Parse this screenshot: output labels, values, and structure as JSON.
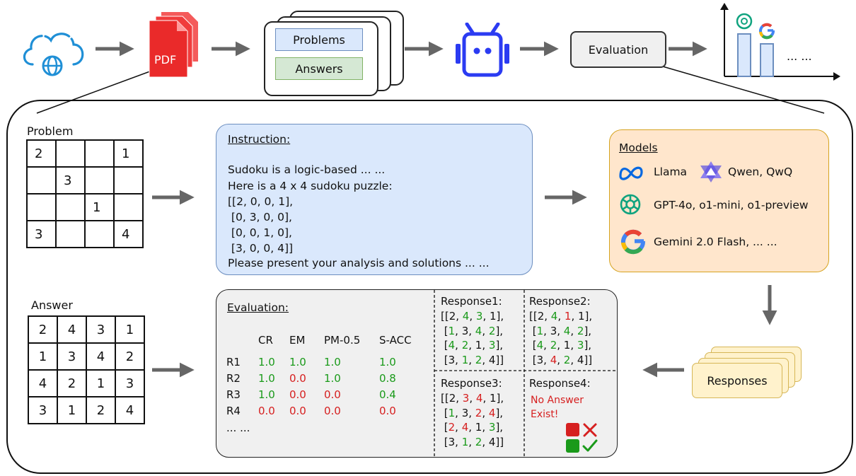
{
  "pipeline": {
    "pdf_label": "PDF",
    "problems_label": "Problems",
    "answers_label": "Answers",
    "evaluation_label": "Evaluation",
    "chart_ellipsis": "... ..."
  },
  "problem": {
    "label": "Problem",
    "grid": [
      [
        "2",
        "",
        "",
        "1"
      ],
      [
        "",
        "3",
        "",
        ""
      ],
      [
        "",
        "",
        "1",
        ""
      ],
      [
        "3",
        "",
        "",
        "4"
      ]
    ]
  },
  "answer": {
    "label": "Answer",
    "grid": [
      [
        "2",
        "4",
        "3",
        "1"
      ],
      [
        "1",
        "3",
        "4",
        "2"
      ],
      [
        "4",
        "2",
        "1",
        "3"
      ],
      [
        "3",
        "1",
        "2",
        "4"
      ]
    ]
  },
  "instruction": {
    "title": "Instruction:",
    "lines": [
      "Sudoku is a logic-based ... ...",
      "Here is a 4 x 4 sudoku puzzle:",
      "[[2, 0, 0, 1],",
      " [0, 3, 0, 0],",
      " [0, 0, 1, 0],",
      " [3, 0, 0, 4]]",
      "Please present your analysis and solutions ... ..."
    ]
  },
  "models": {
    "title": "Models",
    "llama": "Llama",
    "qwen": "Qwen, QwQ",
    "gpt": "GPT-4o, o1-mini, o1-preview",
    "gemini": "Gemini 2.0 Flash, ... ..."
  },
  "responses_label": "Responses",
  "evaluation": {
    "title": "Evaluation:",
    "headers": [
      "CR",
      "EM",
      "PM-0.5",
      "S-ACC"
    ],
    "rows": [
      {
        "name": "R1",
        "values": [
          "1.0",
          "1.0",
          "1.0",
          "1.0"
        ]
      },
      {
        "name": "R2",
        "values": [
          "1.0",
          "0.0",
          "1.0",
          "0.8"
        ]
      },
      {
        "name": "R3",
        "values": [
          "1.0",
          "0.0",
          "0.0",
          "0.4"
        ]
      },
      {
        "name": "R4",
        "values": [
          "0.0",
          "0.0",
          "0.0",
          "0.0"
        ]
      }
    ],
    "ellipsis": "... ...",
    "colors": {
      "correct": "#1a9a1a",
      "wrong": "#d62020"
    }
  },
  "response_panels": {
    "r1": {
      "title": "Response1:",
      "lines": [
        "[[2, 4, 3, 1],",
        " [1, 3, 4, 2],",
        " [4, 2, 1, 3],",
        " [3, 1, 2, 4]]"
      ]
    },
    "r2": {
      "title": "Response2:",
      "lines": [
        "[[2, 4, 1, 1],",
        " [1, 3, 4, 2],",
        " [4, 2, 1, 3],",
        " [3, 4, 2, 4]]"
      ]
    },
    "r3": {
      "title": "Response3:",
      "lines": [
        "[[2, 3, 4, 1],",
        " [1, 3, 2, 4],",
        " [2, 4, 1, 3],",
        " [3, 1, 2, 4]]"
      ]
    },
    "r4": {
      "title": "Response4:",
      "message_line1": "No Answer",
      "message_line2": "Exist!"
    }
  }
}
